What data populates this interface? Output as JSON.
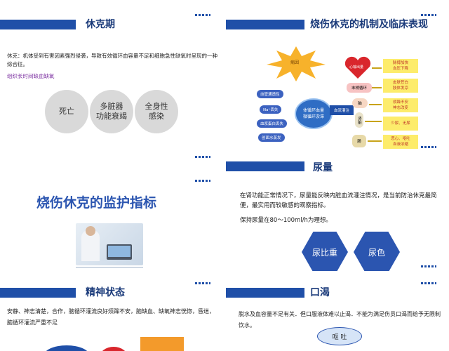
{
  "slides": {
    "shock_period": {
      "title": "休克期",
      "definition": "休克：机体受到有害因素强烈侵袭，导致有效循环血容量不足和细胞急性缺氧时呈现的一种综合征。",
      "highlight": "组织长时间缺血缺氧",
      "circles": [
        "死亡",
        "多脏器\n功能衰竭",
        "全身性\n感染"
      ]
    },
    "mechanism": {
      "title": "烧伤休克的机制及临床表现",
      "star_label": "病因",
      "causes": [
        "血管通透性",
        "Na⁺丢失",
        "血浆蛋白丢失",
        "创面水蒸发"
      ],
      "center": "体循环血量\n微循环淤滞",
      "perfusion": "血流灌注",
      "heart": "心输出量",
      "organs": [
        "末梢循环",
        "脑",
        "肾脏",
        "肠"
      ],
      "symptoms": [
        "脉搏加快\n血压下降",
        "皮肤苍白\n肢体发凉",
        "烦躁不安\n神志改变",
        "少尿、无尿",
        "恶心、呕吐\n血液浓缩"
      ]
    },
    "monitoring": {
      "title": "烧伤休克的监护指标"
    },
    "urine": {
      "title": "尿量",
      "body": "在肾功能正常情况下，尿量能反映内脏血流灌注情况，是当前防治休克最简便，最实用而较敏感的观察指标。",
      "target": "保持尿量在80～100ml/h为理想。",
      "hexes": [
        "尿比重",
        "尿色"
      ]
    },
    "mental": {
      "title": "精神状态",
      "body": "安静、神志清楚，合作，脑循环灌流良好烦躁不安，脑缺血、缺氧神志恍惚，昏迷，脑循环灌流严重不足"
    },
    "thirst": {
      "title": "口渴",
      "body": "脱水及血容量不足有关．但口服液体难以止渴．不能为满足伤员口渴而给予无限制饮水。",
      "bubble": "呕 吐"
    }
  },
  "colors": {
    "primary": "#1f4fa8",
    "accent_yellow": "#fdec6b",
    "accent_red": "#d9262c"
  }
}
